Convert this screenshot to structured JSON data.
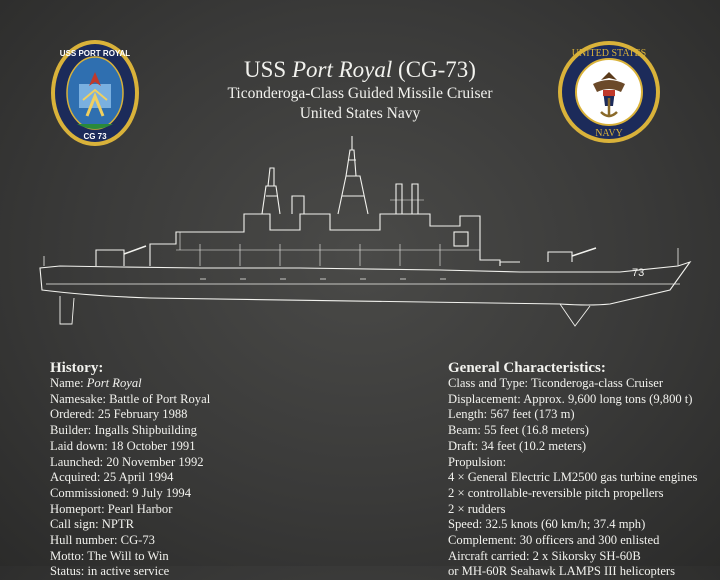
{
  "title": {
    "prefix": "USS ",
    "name": "Port Royal",
    "suffix": " (CG-73)"
  },
  "subtitle1": "Ticonderoga-Class Guided Missile Cruiser",
  "subtitle2": "United States Navy",
  "left_emblem": {
    "text_top": "USS PORT ROYAL",
    "text_bottom": "CG 73",
    "icon": "ship-crest-icon"
  },
  "right_emblem": {
    "text_top": "UNITED STATES",
    "text_bottom": "NAVY",
    "icon": "navy-seal-icon"
  },
  "ship_hull_number": "73",
  "history": {
    "heading": "History:",
    "rows": [
      {
        "k": "Name:",
        "v": "Port Royal",
        "italic": true
      },
      {
        "k": "Namesake:",
        "v": "Battle of Port Royal"
      },
      {
        "k": "Ordered:",
        "v": "25 February 1988"
      },
      {
        "k": "Builder:",
        "v": "Ingalls Shipbuilding"
      },
      {
        "k": "Laid down:",
        "v": "18 October 1991"
      },
      {
        "k": "Launched:",
        "v": "20 November 1992"
      },
      {
        "k": "Acquired:",
        "v": "25 April 1994"
      },
      {
        "k": "Commissioned:",
        "v": "9 July 1994"
      },
      {
        "k": "Homeport:",
        "v": "Pearl Harbor"
      },
      {
        "k": "Call sign:",
        "v": "NPTR"
      },
      {
        "k": "Hull number:",
        "v": "CG-73"
      },
      {
        "k": "Motto:",
        "v": "The Will to Win"
      },
      {
        "k": "Status:",
        "v": "in active service"
      }
    ]
  },
  "general": {
    "heading": "General Characteristics:",
    "rows": [
      "Class and Type: Ticonderoga-class Cruiser",
      "Displacement: Approx. 9,600 long tons (9,800 t)",
      "Length: 567 feet (173 m)",
      "Beam: 55 feet (16.8 meters)",
      "Draft: 34 feet (10.2 meters)",
      "Propulsion:",
      "4 × General Electric LM2500 gas turbine engines",
      "2 × controllable-reversible pitch propellers",
      "2 × rudders",
      "Speed: 32.5 knots (60 km/h; 37.4 mph)",
      "Complement:  30 officers and 300 enlisted",
      "Aircraft carried: 2 x Sikorsky SH-60B",
      "or MH-60R Seahawk LAMPS III helicopters"
    ]
  },
  "colors": {
    "chalk": "#f2f2ee",
    "board": "#3a3a39",
    "emblem_navy": "#1c2b5a",
    "emblem_gold": "#d9b23a"
  }
}
